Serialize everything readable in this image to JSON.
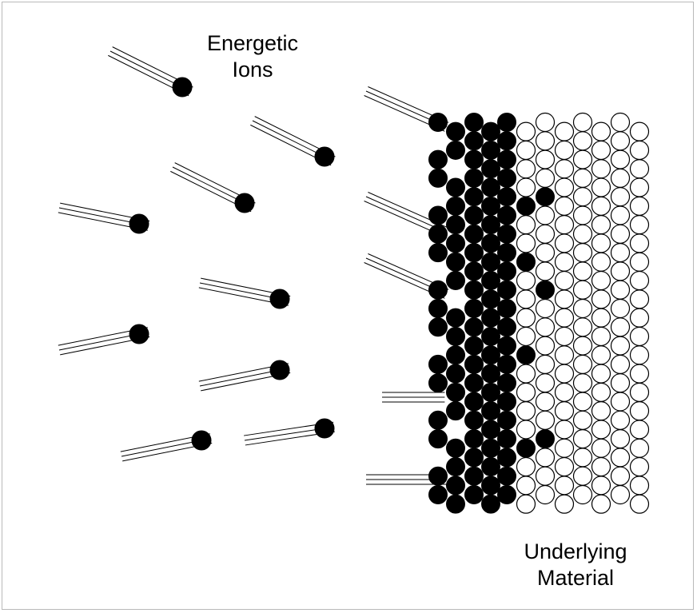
{
  "labels": {
    "ions_line1": "Energetic",
    "ions_line2": "Ions",
    "material_line1": "Underlying",
    "material_line2": "Material"
  },
  "colors": {
    "ion": "#000000",
    "substrate_fill": "#ffffff",
    "substrate_stroke": "#000000",
    "frame": "#b9b9b9"
  }
}
